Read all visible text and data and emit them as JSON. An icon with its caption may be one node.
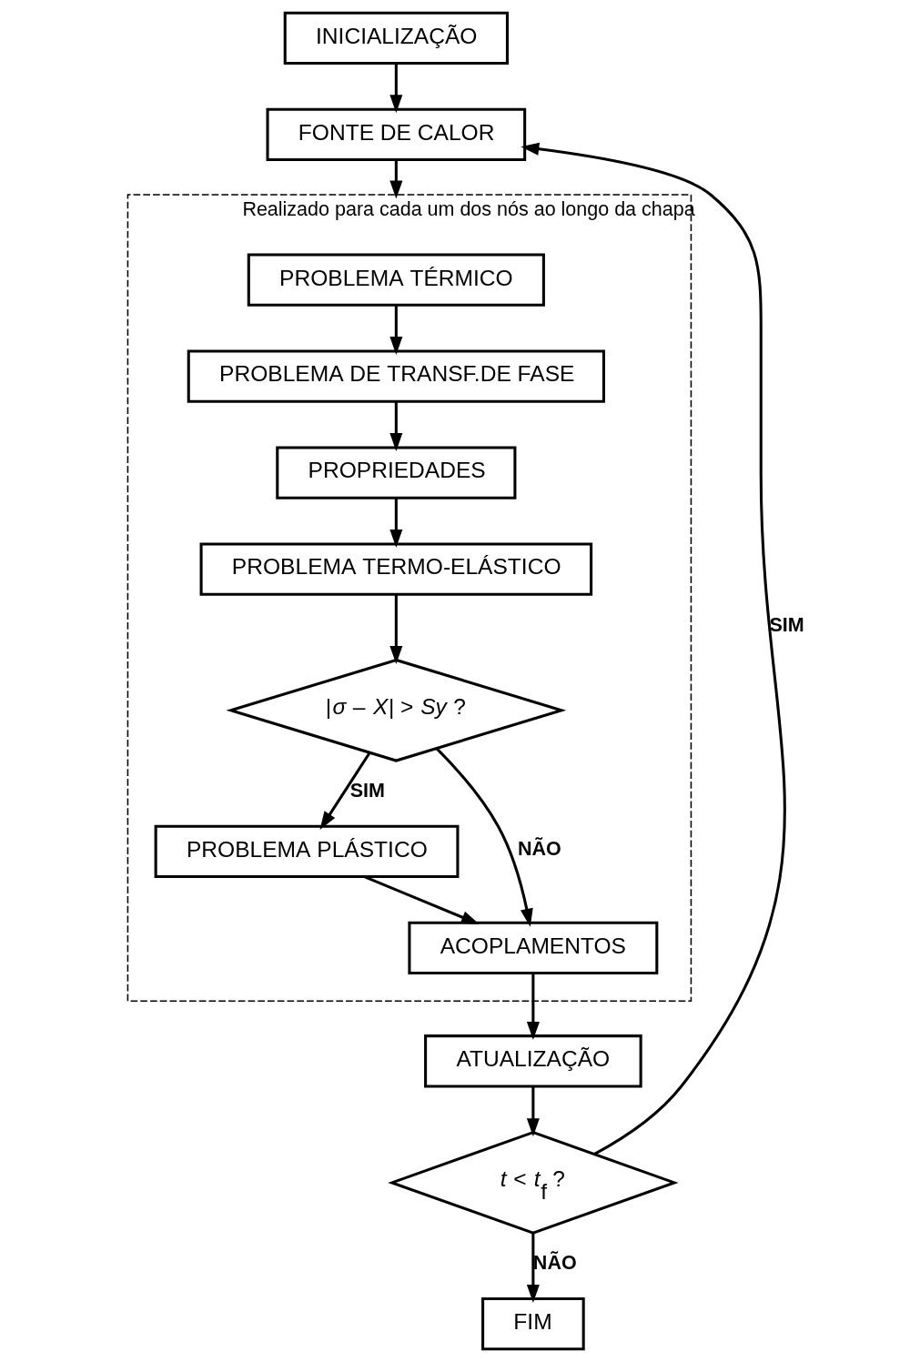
{
  "diagram": {
    "nodes": [
      {
        "text": [
          "INICIALIZAÇÃO"
        ]
      },
      {
        "text": [
          "FONTE DE CALOR"
        ]
      },
      {
        "text": [
          "Realizado para cada um dos nós ao longo da chapa"
        ]
      },
      {
        "text": [
          "PROBLEMA TÉRMICO"
        ],
        "in": 2
      },
      {
        "text": [
          "PROBLEMA DE TRANSF.DE FASE"
        ],
        "in": 2
      },
      {
        "text": [
          "PROPRIEDADES"
        ],
        "in": 2
      },
      {
        "text": [
          "PROBLEMA TERMO-ELÁSTICO"
        ],
        "in": 2
      },
      {
        "text": [
          "|*σ* – *X*| > *Sy* ?"
        ],
        "in": 2
      },
      {
        "text": [
          "PROBLEMA PLÁSTICO"
        ],
        "in": 2
      },
      {
        "text": [
          "ACOPLAMENTOS"
        ],
        "in": 2
      },
      {
        "text": [
          "ATUALIZAÇÃO"
        ]
      },
      {
        "text": [
          "*t* < *t*$_{f}$ ?"
        ]
      },
      {
        "text": [
          "FIM"
        ]
      }
    ],
    "edges": [
      {
        "from": 0,
        "to": 1,
        "arrow": "to"
      },
      {
        "from": 1,
        "to": 2,
        "arrow": "to"
      },
      {
        "from": 3,
        "to": 4,
        "arrow": "to"
      },
      {
        "from": 4,
        "to": 5,
        "arrow": "to"
      },
      {
        "from": 5,
        "to": 6,
        "arrow": "to"
      },
      {
        "from": 6,
        "to": 7,
        "arrow": "to"
      },
      {
        "from": 7,
        "to": 8,
        "arrow": "to",
        "label": "SIM"
      },
      {
        "from": 7,
        "to": 9,
        "arrow": "to",
        "label": "NÃO"
      },
      {
        "from": 8,
        "to": 9,
        "arrow": "to"
      },
      {
        "from": 9,
        "to": 10,
        "arrow": "to"
      },
      {
        "from": 10,
        "to": 11,
        "arrow": "to"
      },
      {
        "from": 11,
        "to": 1,
        "arrow": "to",
        "label": "SIM"
      },
      {
        "from": 11,
        "to": 12,
        "arrow": "to",
        "label": "NÃO"
      }
    ]
  }
}
